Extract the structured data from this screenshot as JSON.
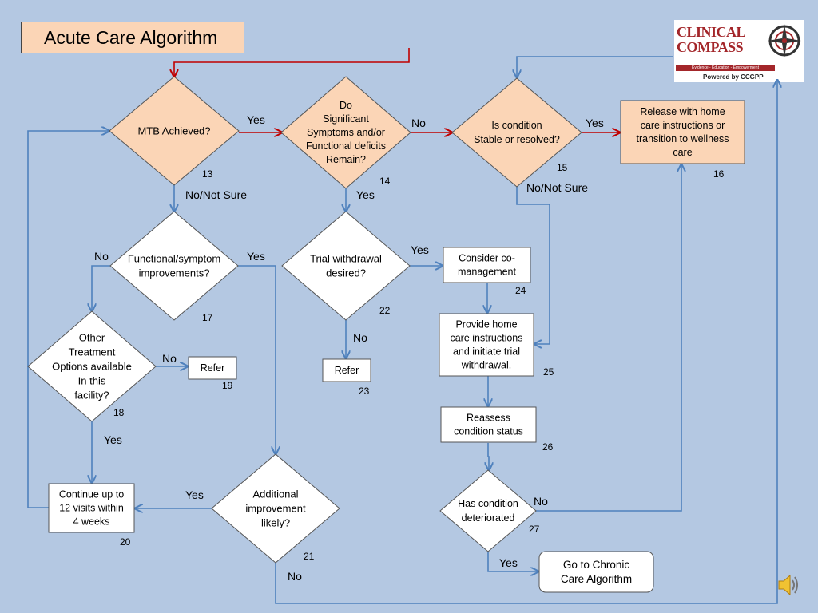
{
  "title": "Acute Care Algorithm",
  "logo": {
    "line1": "CLINICAL",
    "line2": "COMPASS",
    "tagline": "Evidence - Education - Empowerment",
    "powered": "Powered by CCGPP"
  },
  "nodes": {
    "n13": {
      "lines": [
        "MTB Achieved?"
      ],
      "num": "13"
    },
    "n14": {
      "lines": [
        "Do",
        "Significant",
        "Symptoms and/or",
        "Functional deficits",
        "Remain?"
      ],
      "num": "14"
    },
    "n15": {
      "lines": [
        "Is condition",
        "Stable or resolved?"
      ],
      "num": "15"
    },
    "n16": {
      "lines": [
        "Release with home",
        "care instructions or",
        "transition to wellness",
        "care"
      ],
      "num": "16"
    },
    "n17": {
      "lines": [
        "Functional/symptom",
        "improvements?"
      ],
      "num": "17"
    },
    "n18": {
      "lines": [
        "Other",
        "Treatment",
        "Options available",
        "In this",
        "facility?"
      ],
      "num": "18"
    },
    "n19": {
      "lines": [
        "Refer"
      ],
      "num": "19"
    },
    "n20": {
      "lines": [
        "Continue up to",
        "12 visits within",
        "4 weeks"
      ],
      "num": "20"
    },
    "n21": {
      "lines": [
        "Additional",
        "improvement",
        "likely?"
      ],
      "num": "21"
    },
    "n22": {
      "lines": [
        "Trial withdrawal",
        "desired?"
      ],
      "num": "22"
    },
    "n23": {
      "lines": [
        "Refer"
      ],
      "num": "23"
    },
    "n24": {
      "lines": [
        "Consider co-",
        "management"
      ],
      "num": "24"
    },
    "n25": {
      "lines": [
        "Provide home",
        "care instructions",
        "and initiate trial",
        "withdrawal."
      ],
      "num": "25"
    },
    "n26": {
      "lines": [
        "Reassess",
        "condition status"
      ],
      "num": "26"
    },
    "n27": {
      "lines": [
        "Has condition",
        "deteriorated"
      ],
      "num": "27"
    },
    "chronic": {
      "lines": [
        "Go to Chronic",
        "Care Algorithm"
      ],
      "num": ""
    }
  },
  "edge_labels": {
    "yes_13_14": "Yes",
    "no_14_15": "No",
    "yes_15_16": "Yes",
    "nns_13": "No/Not Sure",
    "yes_14": "Yes",
    "nns_15": "No/Not Sure",
    "no_17": "No",
    "yes_17": "Yes",
    "yes_22": "Yes",
    "no_22": "No",
    "no_18": "No",
    "yes_18": "Yes",
    "yes_21": "Yes",
    "no_21": "No",
    "no_27": "No",
    "yes_27": "Yes"
  },
  "colors": {
    "background": "#b4c8e2",
    "decision_fill_peach": "#fbd5b6",
    "box_fill": "#ffffff",
    "arrow_blue": "#4f81bd",
    "arrow_red": "#c00000",
    "logo_red": "#a3262a"
  }
}
